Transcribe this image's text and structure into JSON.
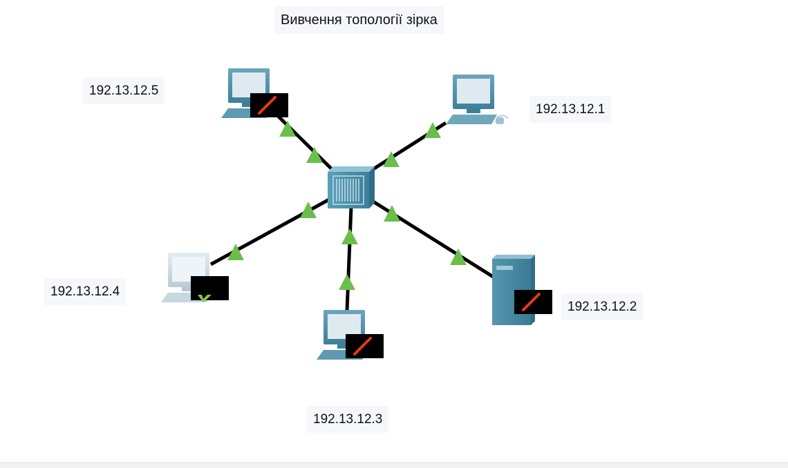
{
  "title": "Вивчення топології зірка",
  "labels": {
    "pc5": "192.13.12.5",
    "pc1": "192.13.12.1",
    "pc4": "192.13.12.4",
    "server": "192.13.12.2",
    "pc3": "192.13.12.3"
  },
  "colors": {
    "link": "#000000",
    "link_up_triangle": "#6abf4b",
    "device_teal": "#4f93ab",
    "device_light": "#d9e6ec",
    "status_badge": "#000000",
    "status_wrench": "#e8361a",
    "status_check": "#8dc63f"
  },
  "icons": {
    "switch": "switch-icon",
    "pc": "pc-icon",
    "server": "server-icon",
    "edit_status": "edit-status-icon",
    "check_status": "check-status-icon"
  }
}
